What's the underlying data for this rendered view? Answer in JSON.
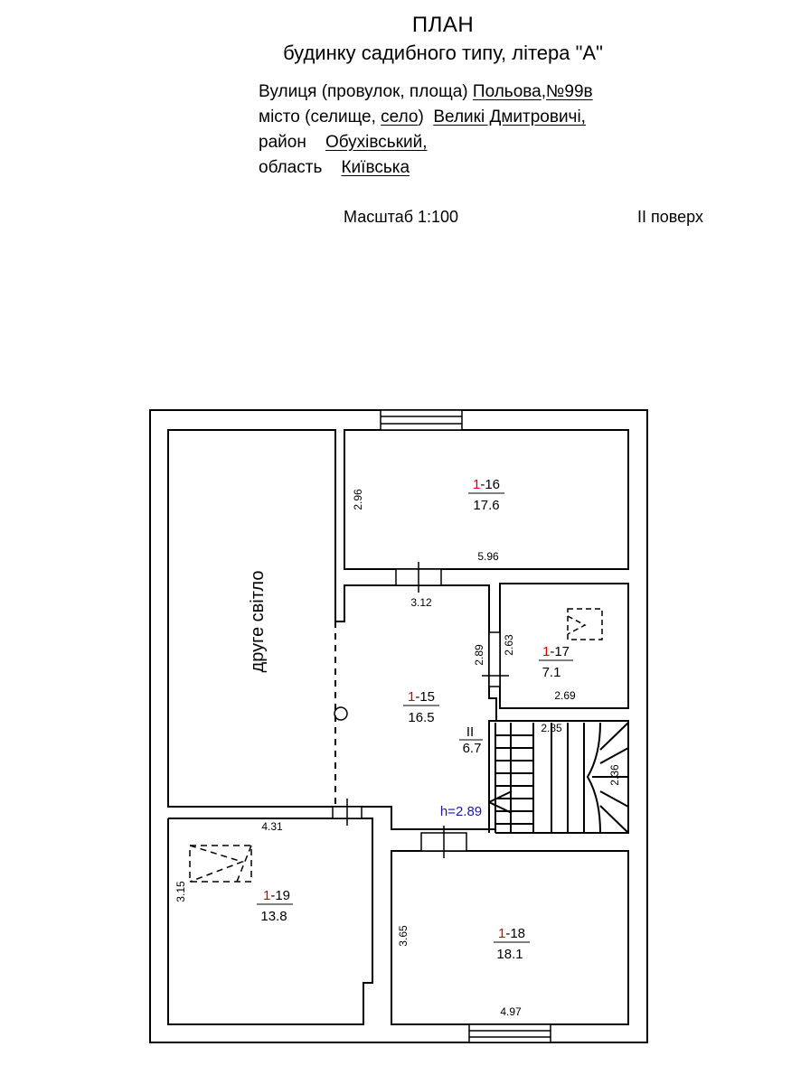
{
  "header": {
    "title": "ПЛАН",
    "subtitle": "будинку садибного типу, літера \"А\""
  },
  "address": {
    "street_label": "Вулиця (провулок, площа)",
    "street_value": "Польова",
    "number_value": "№99в",
    "city_label_a": "місто (селище,",
    "city_label_b": "село",
    "city_label_c": ")",
    "city_value": "Великі Дмитровичі,",
    "district_label": "район",
    "district_value": "Обухівський,",
    "region_label": "область",
    "region_value": "Київська"
  },
  "meta": {
    "scale": "Масштаб 1:100",
    "floor": "II поверх"
  },
  "colors": {
    "prefix": "#d40000",
    "height": "#1a1aa8",
    "line": "#000000"
  },
  "plan": {
    "double_light": "друге світло",
    "rooms": [
      {
        "prefix": "1",
        "suffix": "-16",
        "area": "17.6"
      },
      {
        "prefix": "1",
        "suffix": "-17",
        "area": "7.1"
      },
      {
        "prefix": "1",
        "suffix": "-15",
        "area": "16.5"
      },
      {
        "prefix": "1",
        "suffix": "-19",
        "area": "13.8"
      },
      {
        "prefix": "1",
        "suffix": "-18",
        "area": "18.1"
      }
    ],
    "stair": {
      "mark": "II",
      "area": "6.7"
    },
    "height": "h=2.89",
    "dims": {
      "r16_h": "2.96",
      "r16_w": "5.96",
      "r15_top": "3.12",
      "r15_side": "2.89",
      "r17_h": "2.63",
      "r17_w": "2.69",
      "stair_w": "2.85",
      "stair_h": "2.36",
      "r19_w": "4.31",
      "r19_h": "3.15",
      "r18_h": "3.65",
      "r18_w": "4.97"
    }
  }
}
